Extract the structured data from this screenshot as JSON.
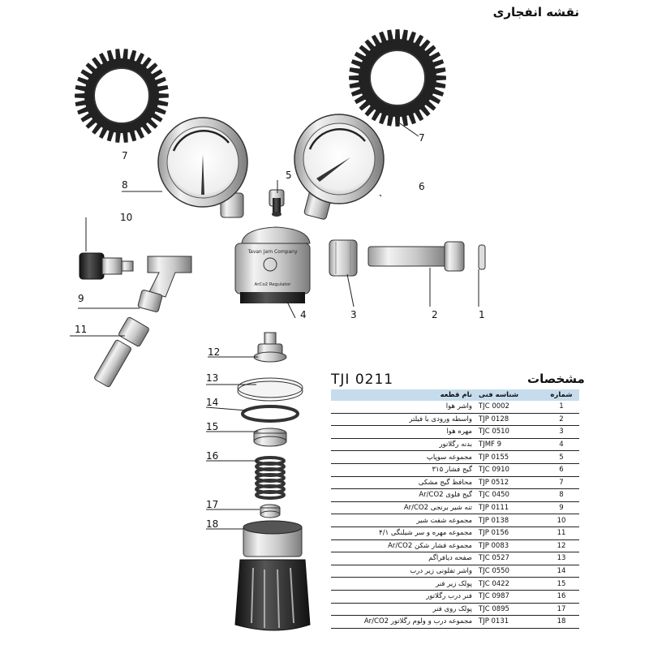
{
  "page_title": "نقشه انفجاری",
  "model": "TJI 0211",
  "spec_title": "مشخصات",
  "table": {
    "headers": {
      "no": "شماره",
      "code": "شناسه فنی",
      "name": "نام قطعه"
    },
    "rows": [
      {
        "no": "1",
        "code": "TJC 0002",
        "name": "واشر هوا"
      },
      {
        "no": "2",
        "code": "TJP 0128",
        "name": "واسطه ورودی با فیلتر"
      },
      {
        "no": "3",
        "code": "TJC 0510",
        "name": "مهره هوا"
      },
      {
        "no": "4",
        "code": "TJMF 9",
        "name": "بدنه رگلاتور"
      },
      {
        "no": "5",
        "code": "TJP 0155",
        "name": "مجموعه سوپاپ"
      },
      {
        "no": "6",
        "code": "TJC 0910",
        "name": "گیج فشار ۳۱۵"
      },
      {
        "no": "7",
        "code": "TJP 0512",
        "name": "محافظ گیج مشکی"
      },
      {
        "no": "8",
        "code": "TJC 0450",
        "name": "گیج فلوی Ar/CO2"
      },
      {
        "no": "9",
        "code": "TJP 0111",
        "name": "تنه شیر برنجی Ar/CO2"
      },
      {
        "no": "10",
        "code": "TJP 0138",
        "name": "مجموعه شفت شیر"
      },
      {
        "no": "11",
        "code": "TJP 0156",
        "name": "مجموعه مهره و سر شیلنگی ۴/۱"
      },
      {
        "no": "12",
        "code": "TJP 0083",
        "name": "مجموعه فشار شکن Ar/CO2"
      },
      {
        "no": "13",
        "code": "TJC 0527",
        "name": "صفحه دیافراگم"
      },
      {
        "no": "14",
        "code": "TJC 0550",
        "name": "واشر تفلونی زیر درب"
      },
      {
        "no": "15",
        "code": "TJC 0422",
        "name": "پولک زیر فنر"
      },
      {
        "no": "16",
        "code": "TJC 0987",
        "name": "فنر درب رگلاتور"
      },
      {
        "no": "17",
        "code": "TJC 0895",
        "name": "پولک روی فنر"
      },
      {
        "no": "18",
        "code": "TJP 0131",
        "name": "مجموعه درب و ولوم رگلاتور Ar/CO2"
      }
    ]
  },
  "callouts": [
    "1",
    "2",
    "3",
    "4",
    "5",
    "6",
    "7",
    "7",
    "8",
    "9",
    "10",
    "11",
    "12",
    "13",
    "14",
    "15",
    "16",
    "17",
    "18"
  ],
  "body_engraving": [
    "Tavan Jam Company",
    "ArCo2 Regulator"
  ],
  "colors": {
    "header_bg": "#c6dcec",
    "line": "#222222"
  }
}
